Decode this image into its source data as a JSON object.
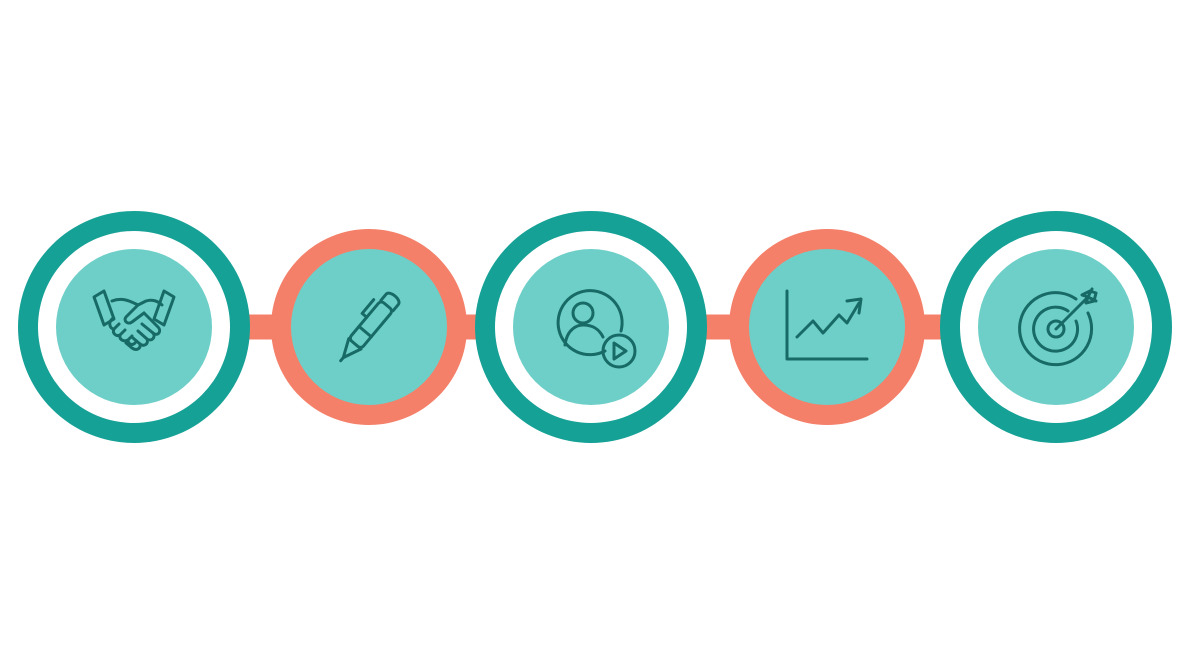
{
  "colors": {
    "background": "#ffffff",
    "teal_ring": "#16a196",
    "coral_ring": "#f4806a",
    "inner_fill": "#6ecfc8",
    "icon_stroke": "#176a66",
    "arrow": "#f4806a"
  },
  "steps": [
    {
      "icon": "handshake-icon",
      "ring_color": "teal"
    },
    {
      "icon": "pen-icon",
      "ring_color": "coral"
    },
    {
      "icon": "user-video-icon",
      "ring_color": "teal"
    },
    {
      "icon": "growth-chart-icon",
      "ring_color": "coral"
    },
    {
      "icon": "target-icon",
      "ring_color": "teal"
    }
  ],
  "connectors": [
    {
      "from": 1,
      "to": 2,
      "icon": "right-arrow-icon"
    },
    {
      "from": 2,
      "to": 3,
      "icon": "right-arrow-icon"
    },
    {
      "from": 3,
      "to": 4,
      "icon": "right-arrow-icon"
    },
    {
      "from": 4,
      "to": 5,
      "icon": "right-arrow-icon"
    }
  ]
}
